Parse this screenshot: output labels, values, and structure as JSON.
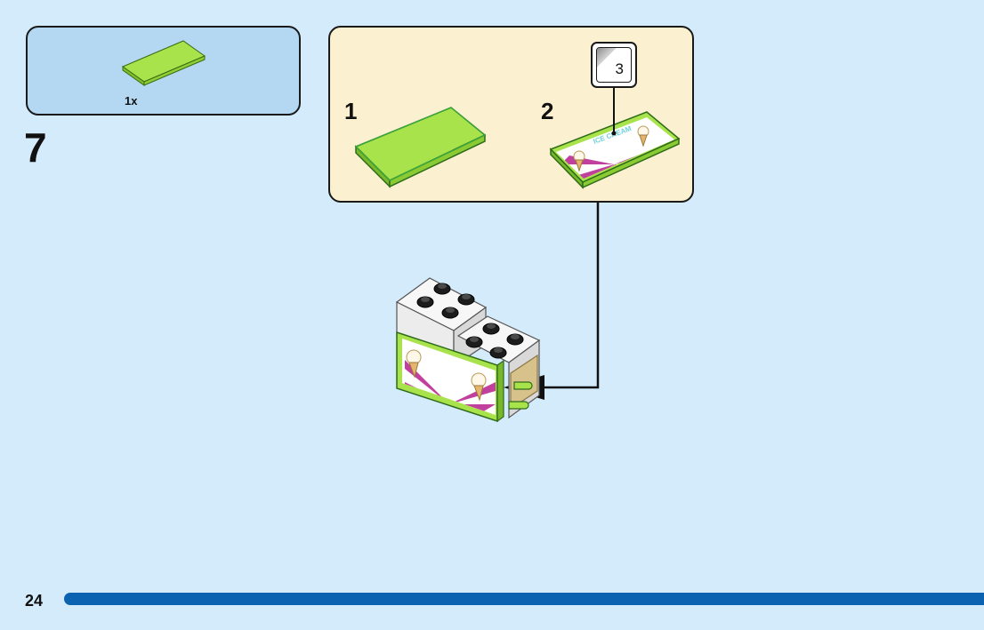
{
  "parts_list": {
    "quantity": "1x",
    "part_icon": "lime-tile-2x4-icon"
  },
  "step": {
    "number": "7"
  },
  "sub_steps": [
    {
      "number": "1",
      "part_icon": "lime-tile-icon"
    },
    {
      "number": "2",
      "part_icon": "ice-cream-sticker-tile-icon"
    }
  ],
  "sticker": {
    "number": "3",
    "sticker_text": "ICE CREAM"
  },
  "page": {
    "number": "24"
  },
  "colors": {
    "background": "#d4ebfb",
    "parts_box": "#b4d8f2",
    "sub_box": "#fbf0cf",
    "lime": "#a9e34b",
    "page_bar": "#0a62b0"
  }
}
